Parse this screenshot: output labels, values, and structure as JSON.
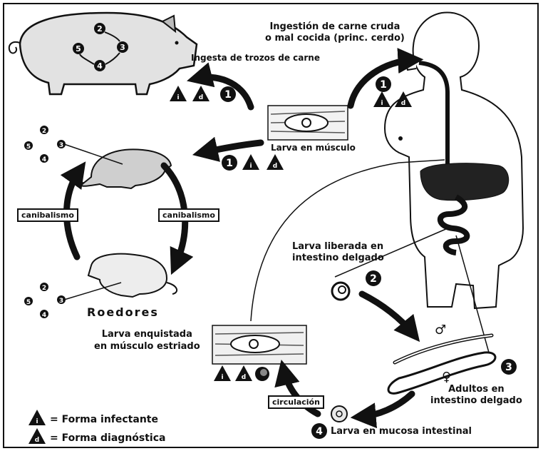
{
  "labels": {
    "ingestion_title_line1": "Ingestión de carne cruda",
    "ingestion_title_line2": "o mal cocida (princ. cerdo)",
    "ingesta_trozos": "Ingesta de trozos de carne",
    "larva_musculo": "Larva en músculo",
    "canibalismo_left": "canibalismo",
    "canibalismo_right": "canibalismo",
    "roedores": "Roedores",
    "larva_liberada_line1": "Larva liberada en",
    "larva_liberada_line2": "intestino delgado",
    "larva_enquistada_line1": "Larva enquistada",
    "larva_enquistada_line2": "en músculo estriado",
    "adultos_line1": "Adultos en",
    "adultos_line2": "intestino delgado",
    "circulacion": "circulación",
    "larva_mucosa": "Larva en mucosa intestinal",
    "male_symbol": "♂",
    "female_symbol": "♀"
  },
  "stage_numbers": {
    "one": "1",
    "two": "2",
    "three": "3",
    "four": "4",
    "five": "5"
  },
  "badges": {
    "infective": "i",
    "diagnostic": "d"
  },
  "legend": {
    "infective_text": "= Forma infectante",
    "diagnostic_text": "= Forma diagnóstica"
  },
  "colors": {
    "ink": "#111111",
    "paper": "#ffffff",
    "organ_fill": "#2a2a2a",
    "animal_fill": "#d9d9d9"
  }
}
